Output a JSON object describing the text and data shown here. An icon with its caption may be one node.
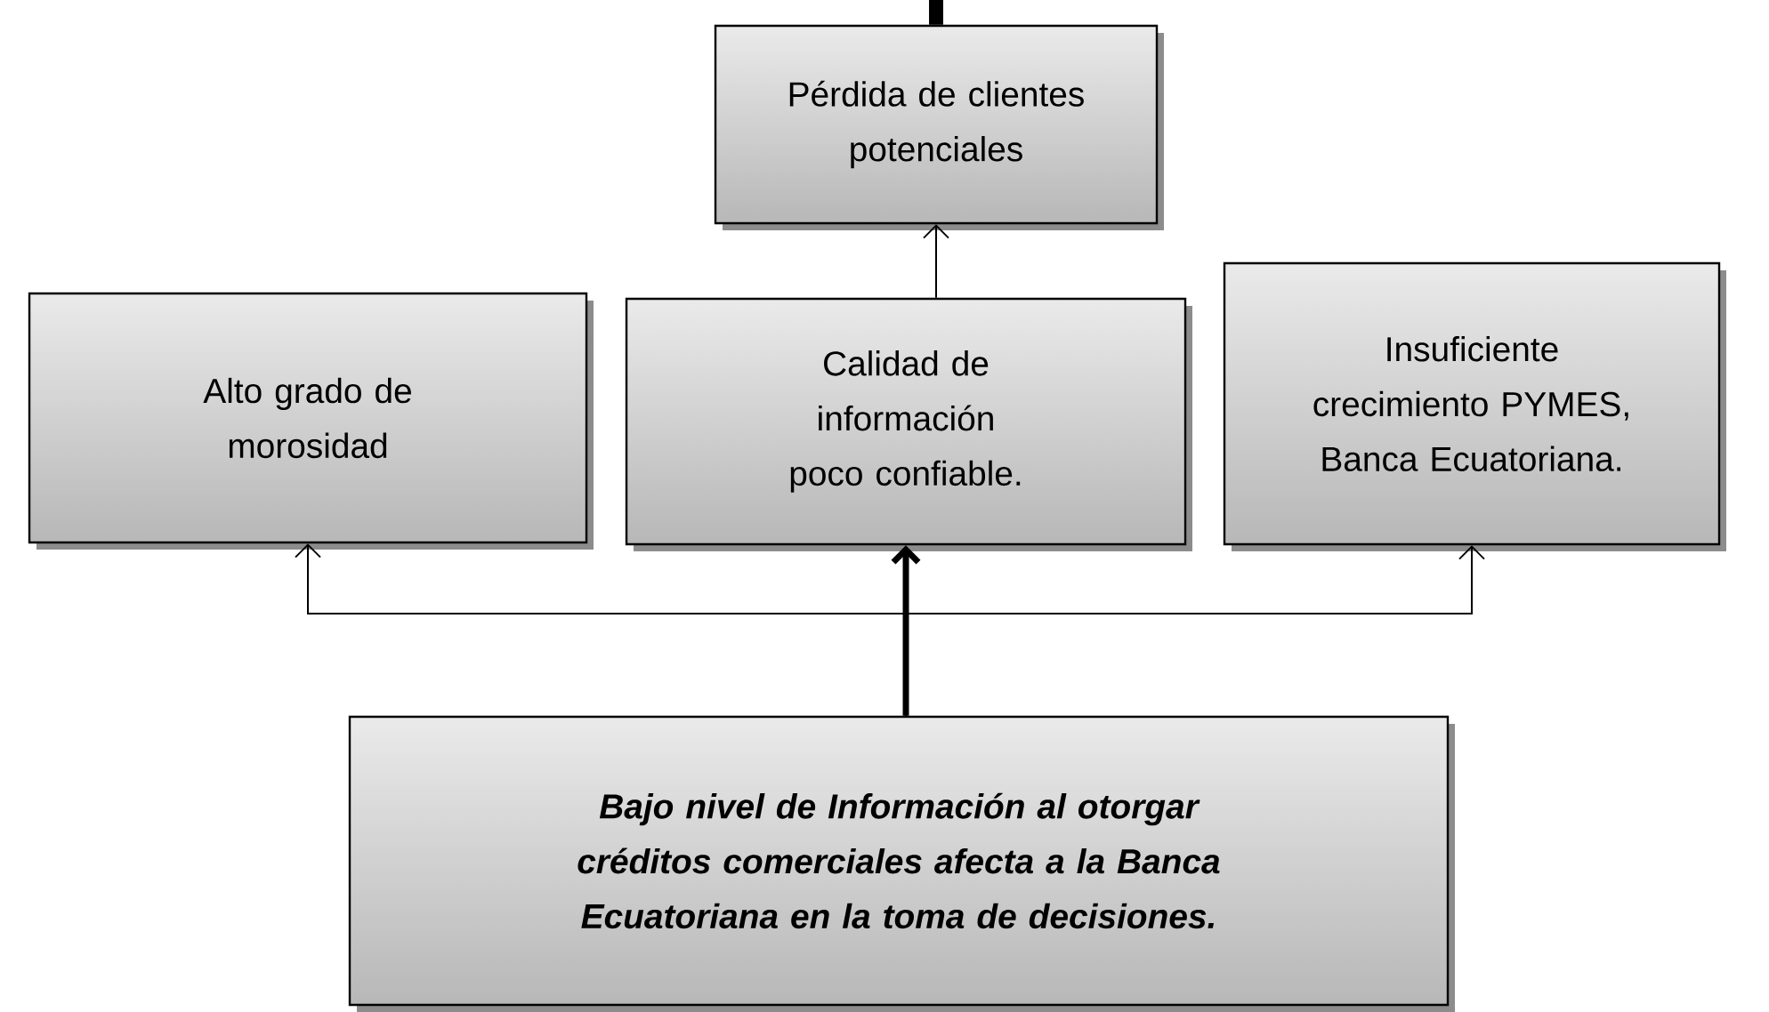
{
  "diagram": {
    "nodes": [
      {
        "text": [
          "Pérdida de clientes potenciales"
        ]
      },
      {
        "text": [
          "Alto grado de morosidad"
        ]
      },
      {
        "text": [
          "Calidad de información poco confiable."
        ]
      },
      {
        "text": [
          "Insuficiente crecimiento PYMES, Banca Ecuatoriana."
        ]
      },
      {
        "text": [
          "Bajo nivel de Información al otorgar créditos comerciales  afecta a la Banca Ecuatoriana en la toma de decisiones."
        ]
      }
    ],
    "edges": [
      {
        "from": 0,
        "to": null,
        "arrow": "none",
        "style": "thick"
      },
      {
        "from": 2,
        "to": 0,
        "arrow": "to"
      },
      {
        "from": 4,
        "to": 1,
        "arrow": "to"
      },
      {
        "from": 4,
        "to": 2,
        "arrow": "to",
        "style": "thick"
      },
      {
        "from": 4,
        "to": 3,
        "arrow": "to"
      }
    ]
  }
}
